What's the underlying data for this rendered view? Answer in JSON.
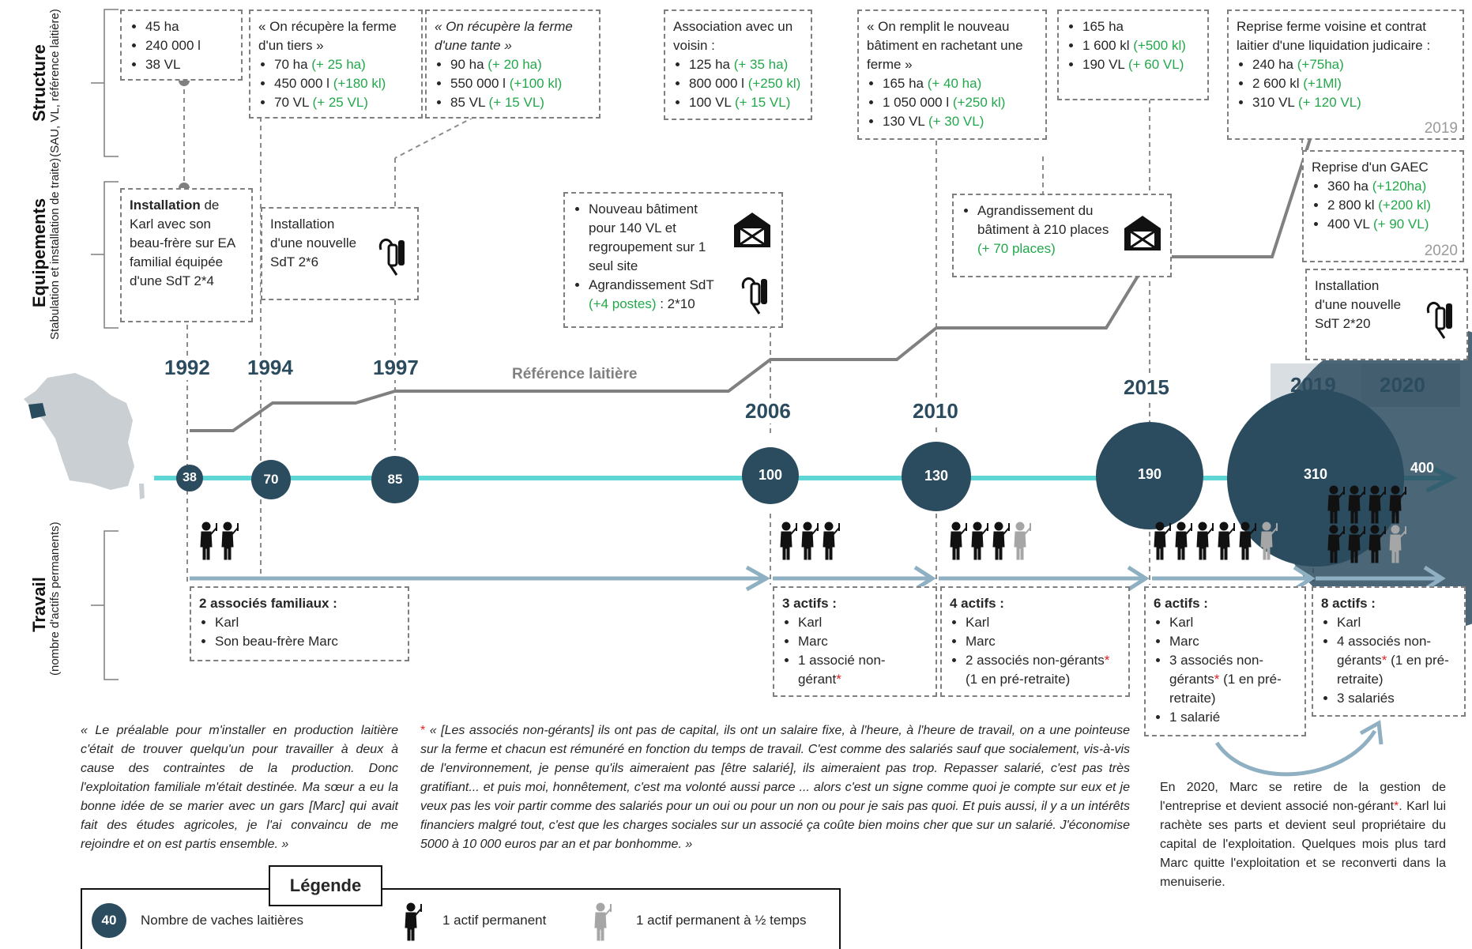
{
  "axes": {
    "structure": {
      "title": "Structure",
      "subtitle": "(SAU, VL, référence laitière)"
    },
    "equipements": {
      "title": "Equipements",
      "subtitle": "Stabulation et installation de traite)"
    },
    "travail": {
      "title": "Travail",
      "subtitle": "(nombre d'actifs permanents)"
    }
  },
  "structure_boxes": [
    {
      "items": [
        "45 ha",
        "240 000 l",
        "38 VL"
      ]
    },
    {
      "heading": "« On récupère la ferme d'un tiers »",
      "items": [
        [
          "70 ha ",
          "(+ 25 ha)"
        ],
        [
          "450 000 l ",
          "(+180 kl)"
        ],
        [
          "70 VL ",
          "(+ 25 VL)"
        ]
      ]
    },
    {
      "heading": "« On récupère la ferme d'une tante »",
      "items": [
        [
          "90 ha ",
          "(+ 20 ha)"
        ],
        [
          "550 000 l ",
          "(+100 kl)"
        ],
        [
          "85 VL ",
          "(+ 15 VL)"
        ]
      ]
    },
    {
      "heading": "Association avec un voisin :",
      "items": [
        [
          "125 ha ",
          "(+ 35 ha)"
        ],
        [
          "800 000 l ",
          "(+250 kl)"
        ],
        [
          "100 VL ",
          "(+ 15 VL)"
        ]
      ]
    },
    {
      "heading": "« On remplit le nouveau bâtiment en rachetant une ferme »",
      "items": [
        [
          "165 ha ",
          "(+ 40 ha)"
        ],
        [
          "1 050 000 l ",
          "(+250 kl)"
        ],
        [
          "130 VL ",
          "(+ 30 VL)"
        ]
      ]
    },
    {
      "items": [
        [
          "165 ha",
          ""
        ],
        [
          "1 600 kl ",
          "(+500 kl)"
        ],
        [
          "190 VL ",
          "(+ 60 VL)"
        ]
      ]
    },
    {
      "heading": "Reprise ferme voisine et contrat laitier d'une liquidation judicaire :",
      "items": [
        [
          "240 ha ",
          "(+75ha)"
        ],
        [
          "2 600 kl ",
          "(+1Ml)"
        ],
        [
          "310 VL ",
          "(+ 120 VL)"
        ]
      ],
      "year": "2019"
    },
    {
      "heading": "Reprise d'un GAEC",
      "items": [
        [
          "360 ha ",
          "(+120ha)"
        ],
        [
          "2 800 kl ",
          "(+200 kl)"
        ],
        [
          "400 VL ",
          "(+ 90 VL)"
        ]
      ],
      "year": "2020"
    }
  ],
  "equip_boxes": {
    "b1992": {
      "bold": "Installation",
      "rest": " de Karl avec son beau-frère sur EA familial équipée d'une SdT 2*4"
    },
    "b1994": {
      "text": "Installation d'une nouvelle SdT 2*6"
    },
    "b2006": {
      "item1": "Nouveau bâtiment pour 140 VL et regroupement sur 1 seul site",
      "item2a": "Agrandissement SdT ",
      "item2b": "(+4 postes)",
      "item2c": " : 2*10"
    },
    "b2015": {
      "item1a": "Agrandissement du bâtiment à 210 places ",
      "item1b": "(+ 70 places)"
    },
    "b2020": {
      "text": "Installation d'une nouvelle SdT 2*20"
    }
  },
  "years": [
    "1992",
    "1994",
    "1997",
    "2006",
    "2010",
    "2015",
    "2019",
    "2020"
  ],
  "ref_label": "Référence laitière",
  "herd_circles": [
    "38",
    "70",
    "85",
    "100",
    "130",
    "190",
    "310",
    "400"
  ],
  "travail_boxes": {
    "t1992": {
      "heading": "2 associés familiaux :",
      "items": [
        "Karl",
        "Son beau-frère Marc"
      ]
    },
    "t2006": {
      "heading": "3 actifs :",
      "items": [
        "Karl",
        "Marc",
        "1 associé non-gérant"
      ]
    },
    "t2010": {
      "heading": "4 actifs :",
      "items": [
        "Karl",
        "Marc",
        "2 associés non-gérants",
        "(1 en pré-retraite)"
      ]
    },
    "t2015": {
      "heading": "6 actifs :",
      "items": [
        "Karl",
        "Marc",
        "3 associés non-gérants",
        "(1 en pré-retraite)",
        "1 salarié"
      ]
    },
    "t2020": {
      "heading": "8 actifs :",
      "items": [
        "Karl",
        "4 associés non-gérants",
        "(1 en pré-retraite)",
        "3 salariés"
      ]
    }
  },
  "quote_left": "« Le préalable pour m'installer en production laitière c'était de trouver quelqu'un pour travailler à deux à cause des contraintes de la production. Donc l'exploitation familiale m'était destinée. Ma sœur a eu la bonne idée de se marier avec un gars [Marc] qui avait fait des études agricoles, je l'ai convaincu de me rejoindre et on est partis ensemble. »",
  "quote_mid": "« [Les associés non-gérants] ils ont pas de capital, ils ont un salaire fixe, à l'heure, à l'heure de travail, on a une pointeuse sur la ferme et chacun est rémunéré en fonction du temps de travail. C'est comme des salariés sauf que socialement, vis-à-vis de l'environnement, je pense qu'ils aimeraient pas [être salarié], ils aimeraient pas trop. Repasser salarié, c'est pas très gratifiant... et puis moi, honnêtement, c'est ma volonté aussi parce ... alors c'est un signe comme quoi je compte sur eux et je veux pas les voir partir comme des salariés pour un oui ou pour un non ou pour je sais pas quoi. Et puis aussi, il y a un intérêts financiers malgré tout, c'est que les charges sociales sur un associé ça coûte bien moins cher que sur un salarié. J'économise 5000 à 10 000 euros par an et par bonhomme. »",
  "note_2020": "En 2020, Marc se retire de la gestion de l'entreprise et devient associé non-gérant",
  "note_2020_end": ". Karl lui rachète ses parts et devient seul propriétaire du capital de l'exploitation. Quelques mois plus tard Marc quitte l'exploitation et se reconverti dans la menuiserie.",
  "legend": {
    "title": "Légende",
    "circle_value": "40",
    "circle_label": "Nombre de vaches laitières",
    "worker_full": "1 actif permanent",
    "worker_half": "1 actif permanent à ½ temps"
  },
  "colors": {
    "dark": "#2b4b5e",
    "timeline": "#5fd6d6",
    "ref_line": "#808080",
    "work_arrow": "#8fb0c2",
    "green": "#22a84a",
    "red": "#e02020"
  }
}
